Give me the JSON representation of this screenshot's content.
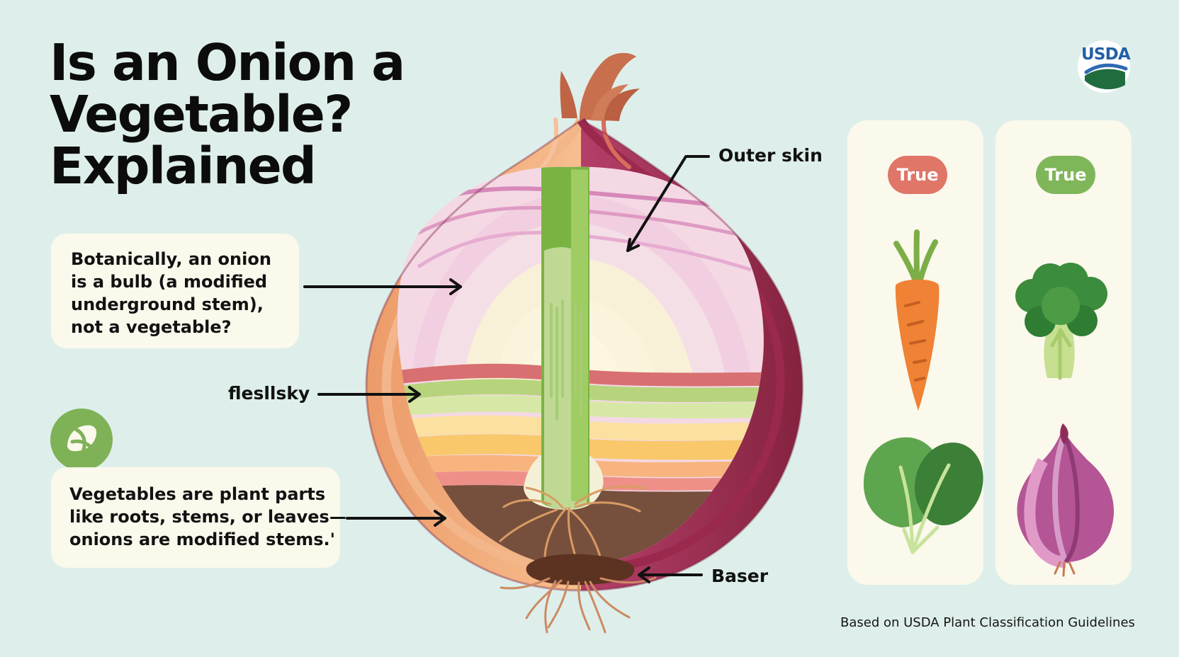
{
  "title_lines": [
    "Is an Onion a",
    "Vegetable?",
    "Explained"
  ],
  "callouts": {
    "top_lines": [
      "Botanically, an onion",
      "is a bulb (a modified",
      "underground stem),",
      "not a vegetable?"
    ],
    "bottom_lines": [
      "Vegetables are plant parts",
      "like roots, stems, or leaves—",
      "onions are modified stems.'"
    ]
  },
  "diagram": {
    "labels": {
      "outer_skin": "Outer skin",
      "fleshy": "flesllsky",
      "base": "Baser"
    }
  },
  "cards": [
    {
      "badge": "True",
      "badge_color": "#df7667",
      "icons": [
        "carrot-icon",
        "spinach-icon"
      ]
    },
    {
      "badge": "True",
      "badge_color": "#7fb65a",
      "icons": [
        "broccoli-icon",
        "red-onion-icon"
      ]
    }
  ],
  "logo": {
    "text": "USDA"
  },
  "footer": "Based on USDA Plant Classification Guidelines",
  "icons": [
    "leaf-icon",
    "usda-logo-icon",
    "onion-diagram-icon"
  ],
  "colors": {
    "background": "#deefeb",
    "card": "#fbf8ec",
    "red_badge": "#df7667",
    "green_badge": "#7fb65a"
  }
}
